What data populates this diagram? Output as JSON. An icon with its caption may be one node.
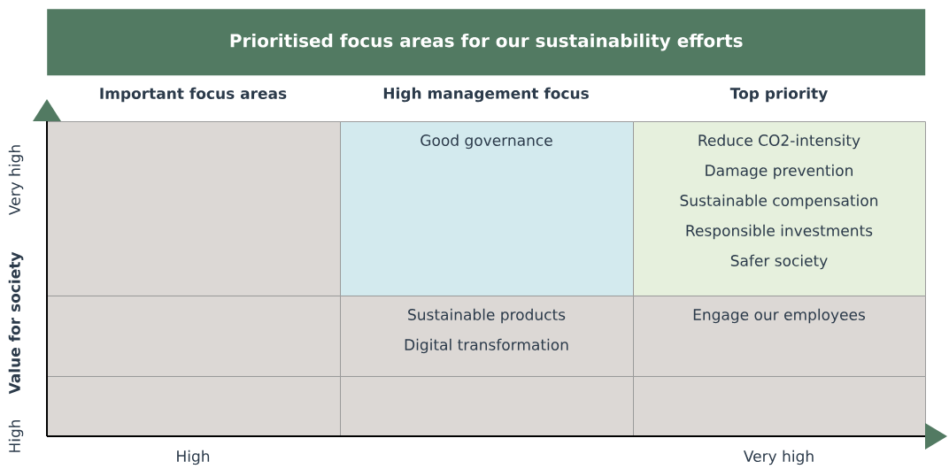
{
  "diagram": {
    "title": "Prioritised focus areas for our sustainability efforts",
    "nodes": [
      {
        "text": [],
        "shape": "box"
      },
      {
        "text": [
          "Good governance"
        ]
      },
      {
        "text": [
          "Reduce CO2-intensity",
          "Damage prevention",
          "Sustainable compensation",
          "Responsible investments",
          "Safer society"
        ]
      },
      {
        "text": [],
        "shape": "box"
      },
      {
        "text": [
          "Sustainable products",
          "Digital transformation"
        ]
      },
      {
        "text": [
          "Engage our employees"
        ]
      },
      {
        "text": [],
        "shape": "box"
      },
      {
        "text": [],
        "shape": "box"
      },
      {
        "text": [],
        "shape": "box"
      }
    ],
    "edges": [],
    "labels": [
      "Important focus areas",
      "High management focus",
      "Top priority",
      "Very high",
      "Value for society",
      "High",
      "High",
      "Very high"
    ]
  }
}
